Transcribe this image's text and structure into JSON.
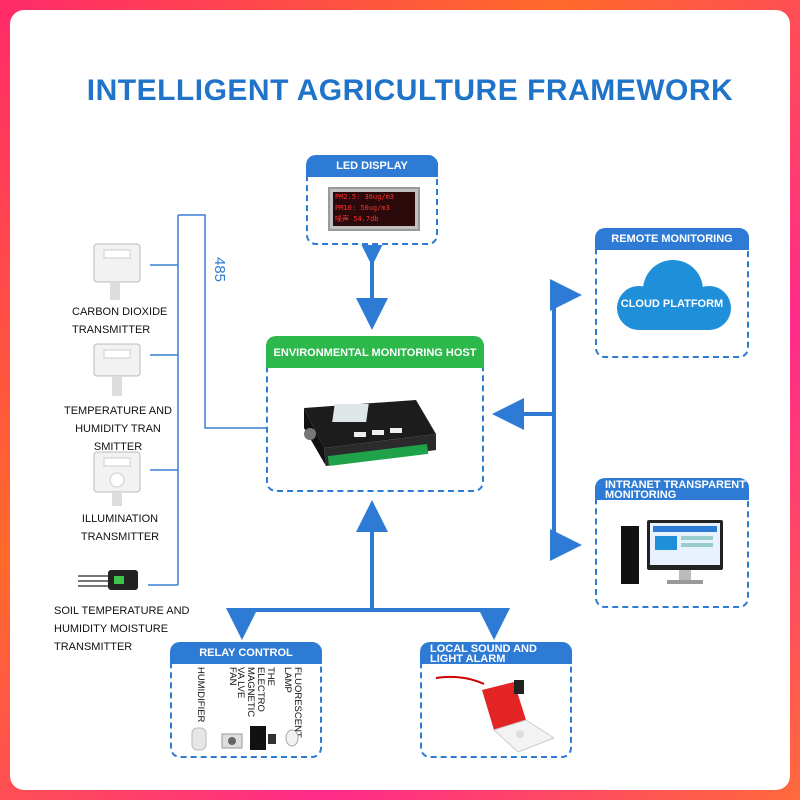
{
  "title": "INTELLIGENT AGRICULTURE FRAMEWORK",
  "bus_label": "485",
  "led_display": {
    "header": "LED DISPLAY",
    "lines": [
      "PM2.5: 36ug/m3",
      "PM10: 50ug/m3",
      "噪声  54.7db"
    ]
  },
  "host": {
    "header": "ENVIRONMENTAL MONITORING HOST"
  },
  "remote": {
    "header": "REMOTE MONITORING",
    "cloud": "CLOUD PLATFORM"
  },
  "intranet": {
    "header": "INTRANET TRANSPARENT MONITORING"
  },
  "relay": {
    "header": "RELAY CONTROL",
    "devices": [
      "HUMIDIFIER",
      "FAN",
      "THE ELECTRO MAGNETIC VA LVE",
      "FLUORESCENT LAMP"
    ]
  },
  "alarm": {
    "header": "LOCAL SOUND AND LIGHT ALARM"
  },
  "sensors": [
    {
      "label": "CARBON DIOXIDE TRANSMITTER"
    },
    {
      "label": "TEMPERATURE AND HUMIDITY TRAN SMITTER"
    },
    {
      "label": "ILLUMINATION TRANSMITTER"
    },
    {
      "label": "SOIL TEMPERATURE AND HUMIDITY MOISTURE TRANSMITTER"
    }
  ],
  "colors": {
    "accent": "#2e7bd6",
    "title": "#1f73c8",
    "host_header": "#2db84b",
    "frame": "#ff3a6a"
  }
}
